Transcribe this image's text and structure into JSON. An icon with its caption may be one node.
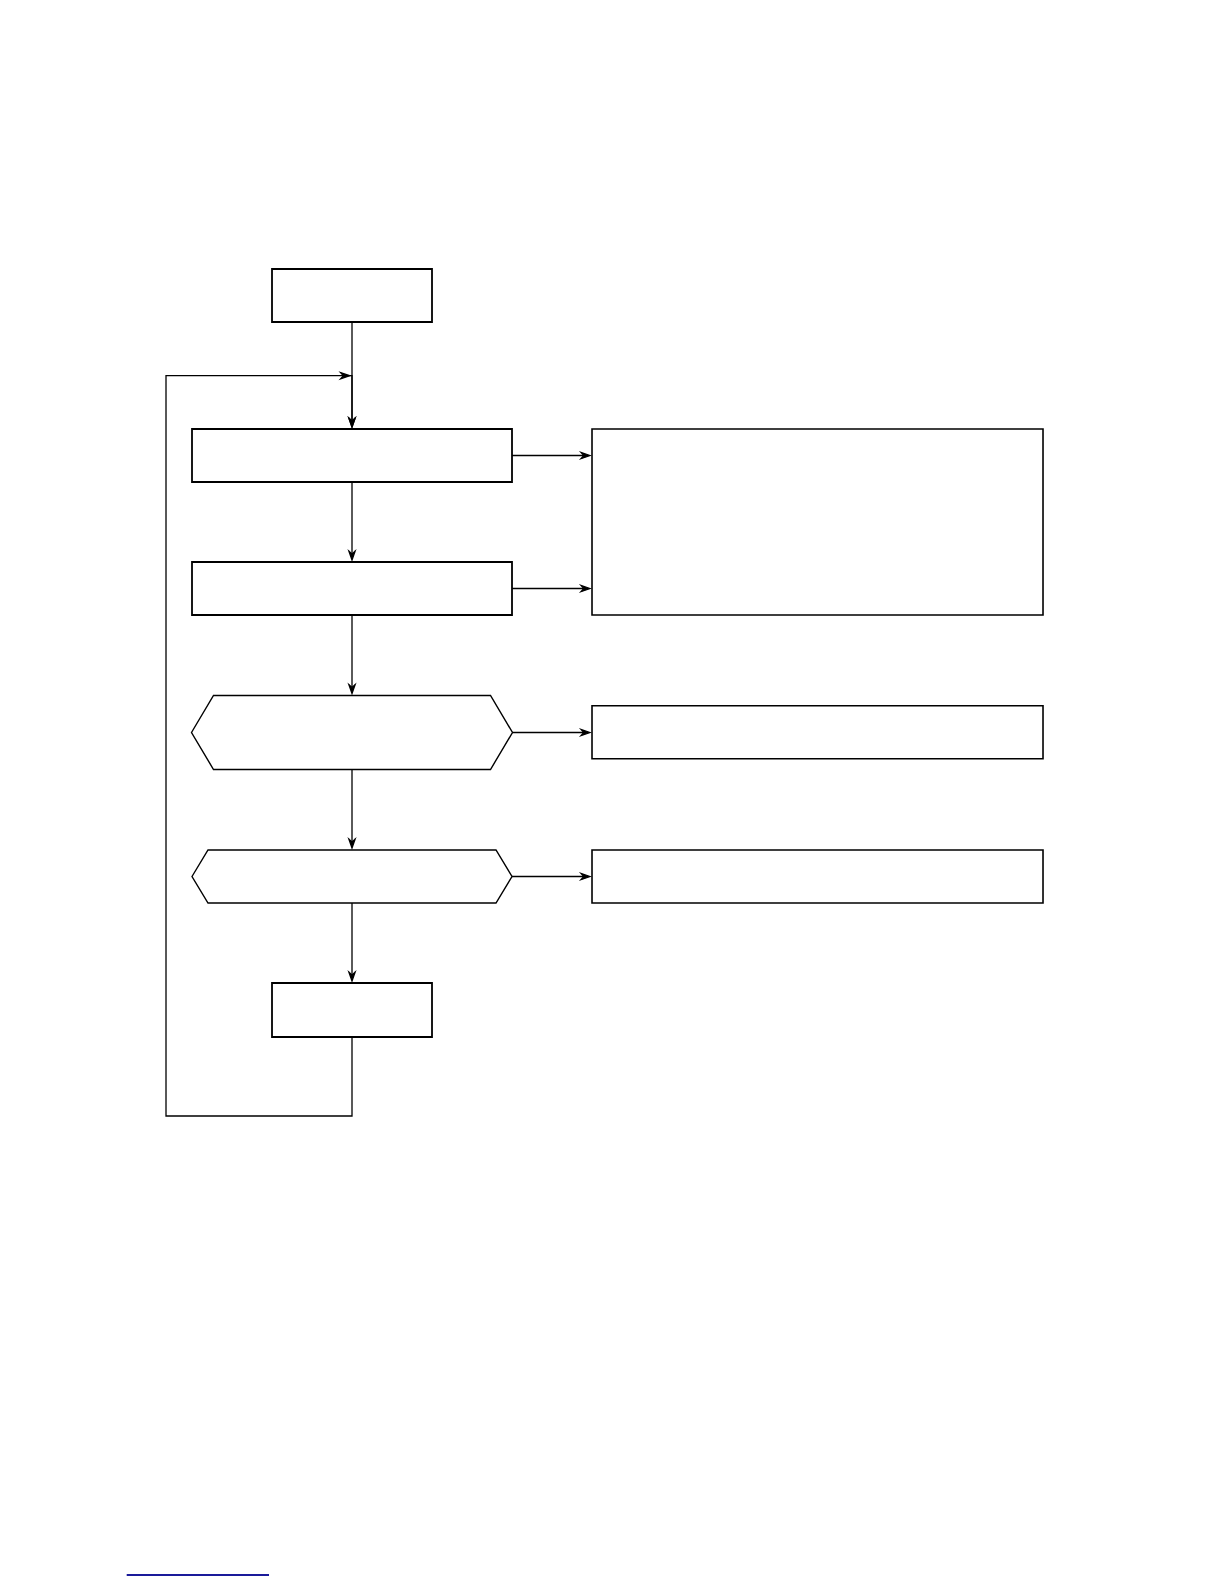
{
  "diagram": {
    "nodes": [
      {
        "text": [],
        "shape": "box"
      },
      {
        "text": [],
        "shape": "box"
      },
      {
        "text": [],
        "shape": "box"
      },
      {
        "text": [],
        "shape": "box"
      },
      {
        "text": [],
        "shape": "hexagon"
      },
      {
        "text": [],
        "shape": "box"
      },
      {
        "text": [],
        "shape": "hexagon"
      },
      {
        "text": [],
        "shape": "box"
      },
      {
        "text": [],
        "shape": "box"
      }
    ],
    "edges": [
      {
        "from": 0,
        "to": 1,
        "arrow": "to"
      },
      {
        "from": 1,
        "to": 2,
        "arrow": "to"
      },
      {
        "from": 1,
        "to": 3,
        "arrow": "to"
      },
      {
        "from": 3,
        "to": 2,
        "arrow": "to"
      },
      {
        "from": 3,
        "to": 4,
        "arrow": "to"
      },
      {
        "from": 4,
        "to": 5,
        "arrow": "to"
      },
      {
        "from": 4,
        "to": 6,
        "arrow": "to"
      },
      {
        "from": 6,
        "to": 7,
        "arrow": "to"
      },
      {
        "from": 6,
        "to": 8,
        "arrow": "to"
      },
      {
        "from": 8,
        "to": 1,
        "arrow": "to"
      }
    ]
  }
}
